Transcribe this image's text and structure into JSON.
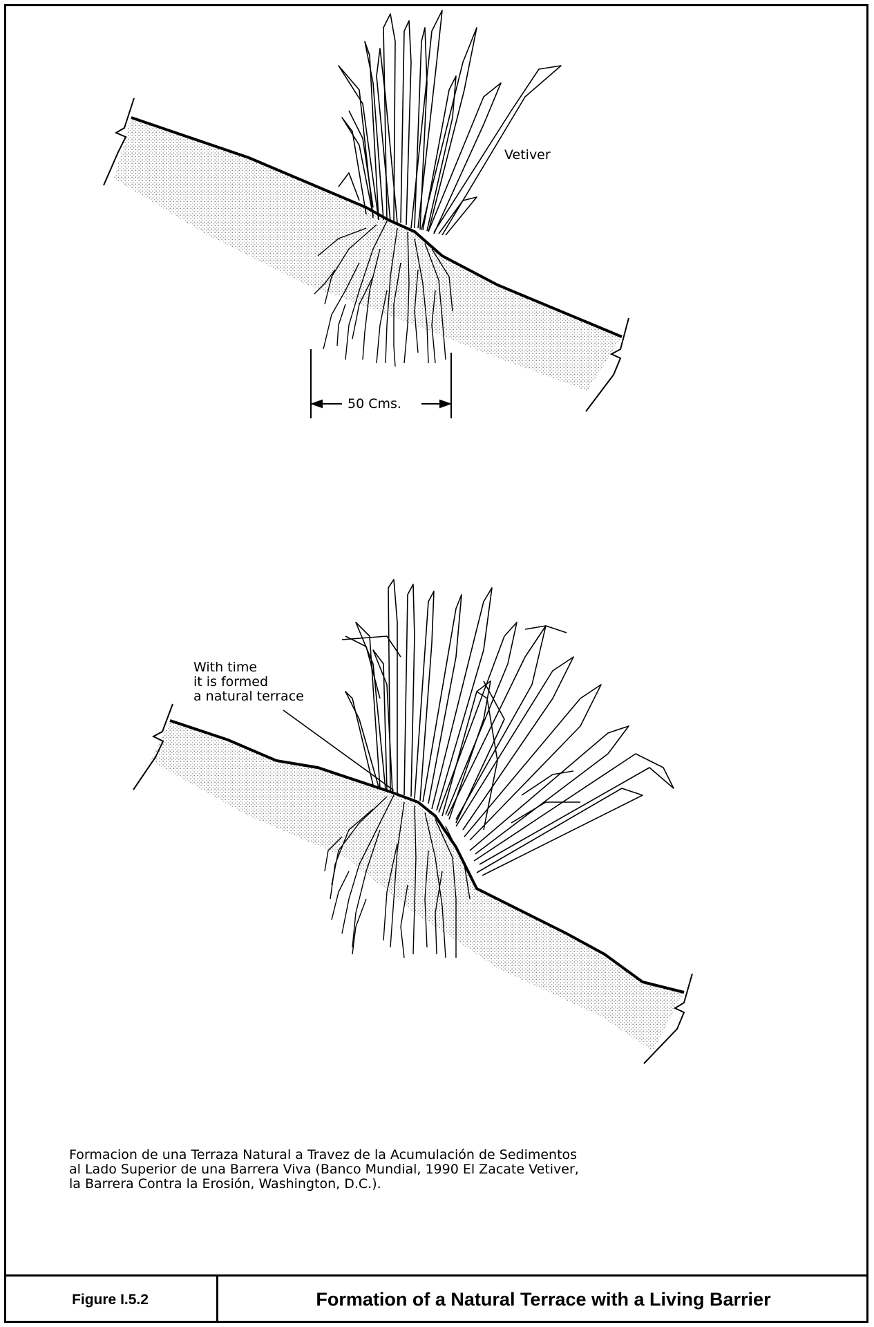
{
  "labels": {
    "plant_name": "Vetiver",
    "dimension": "50 Cms.",
    "terrace_note": [
      "With time",
      "it is formed",
      "a natural terrace"
    ]
  },
  "caption": [
    "Formacion de una Terraza Natural a Travez de la Acumulación de Sedimentos",
    "al Lado Superior de una Barrera Viva (Banco Mundial, 1990 El Zacate Vetiver,",
    "la Barrera Contra la Erosión, Washington, D.C.)."
  ],
  "footer": {
    "figure_number": "Figure I.5.2",
    "figure_title": "Formation of a Natural Terrace with a Living Barrier"
  }
}
